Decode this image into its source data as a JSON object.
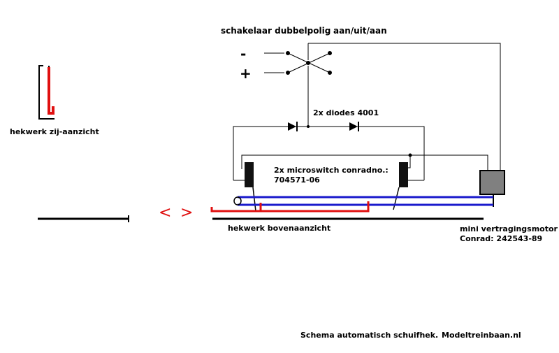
{
  "labels": {
    "switch": "schakelaar dubbelpolig",
    "switch_mode": "aan/uit/aan",
    "minus": "-",
    "plus": "+",
    "diodes": "2x diodes 4001",
    "microswitch": "2x microswitch conradno.:",
    "microswitch_no": "704571-06",
    "side_view": "hekwerk zij-aanzicht",
    "top_view": "hekwerk bovenaanzicht",
    "motor": "mini vertragingsmotor",
    "motor_conrad": "Conrad: 242543-89",
    "left_arrow": "<",
    "right_arrow": ">"
  },
  "footer": {
    "caption": "Schema automatisch schuifhek.",
    "site": "Modeltreinbaan.nl"
  },
  "colors": {
    "wire": "#000000",
    "blue": "#1a1acc",
    "red": "#e01010",
    "motor": "#808080"
  }
}
